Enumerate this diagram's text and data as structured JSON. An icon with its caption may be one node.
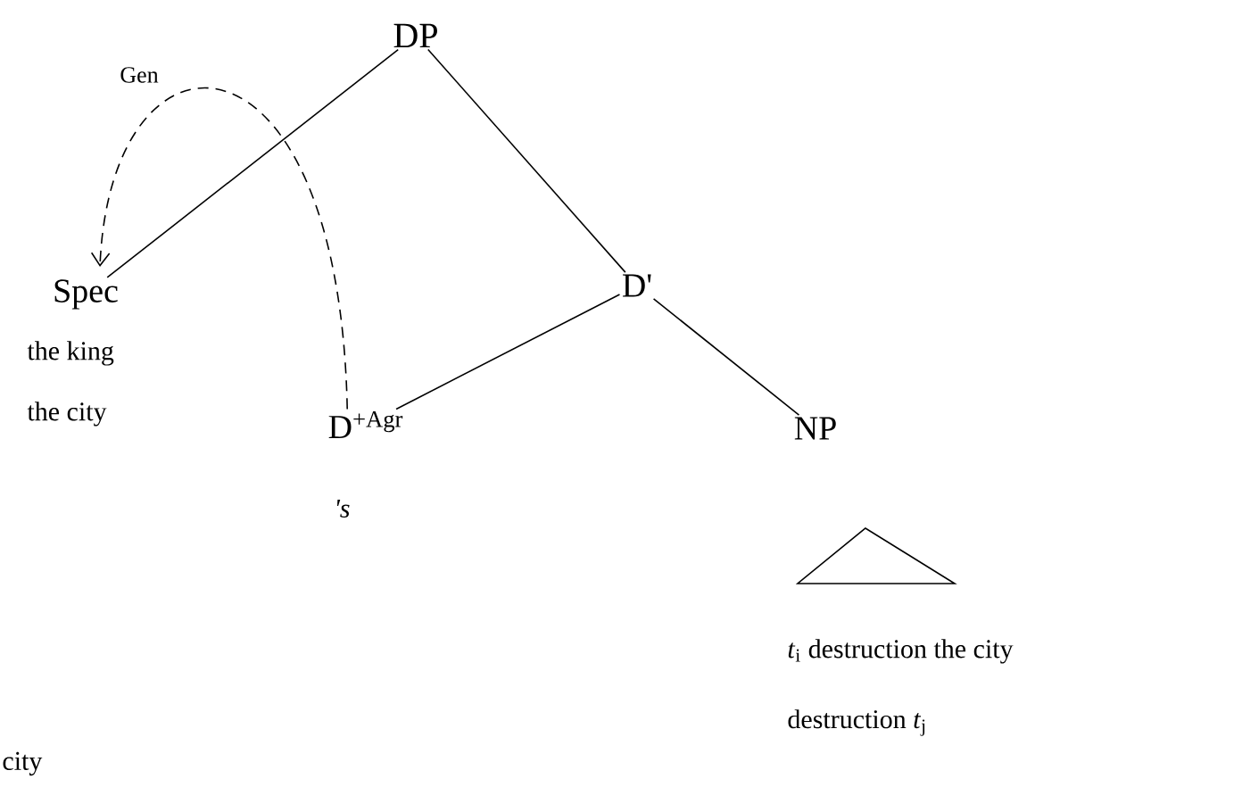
{
  "diagram": {
    "nodes": [
      {
        "text": [
          "DP"
        ]
      },
      {
        "text": [
          "Spec"
        ],
        "beside": [
          "the king",
          "the city"
        ]
      },
      {
        "text": [
          "D'"
        ]
      },
      {
        "text": [
          "D$^{+Agr}$"
        ],
        "beside": [
          "'s"
        ]
      },
      {
        "text": [
          "NP"
        ],
        "beside": [
          "*t*$_{i}$ destruction the city",
          "destruction *t*$_{j}$"
        ]
      }
    ],
    "edges": [
      {
        "from": 0,
        "to": 1,
        "arrow": "none"
      },
      {
        "from": 0,
        "to": 2,
        "arrow": "none"
      },
      {
        "from": 2,
        "to": 3,
        "arrow": "none"
      },
      {
        "from": 2,
        "to": 4,
        "arrow": "none"
      },
      {
        "from": 3,
        "to": 1,
        "arrow": "to",
        "style": "dashed",
        "label": "Gen"
      }
    ],
    "labels": [
      "city"
    ]
  }
}
